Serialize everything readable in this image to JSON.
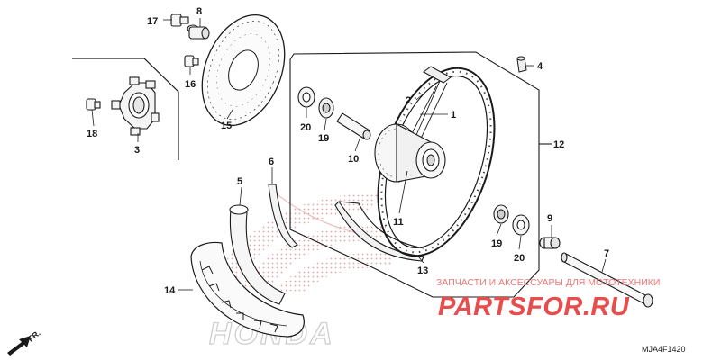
{
  "callouts": {
    "p1": "1",
    "p2": "2",
    "p3": "3",
    "p4": "4",
    "p5": "5",
    "p6": "6",
    "p7": "7",
    "p8": "8",
    "p9": "9",
    "p10": "10",
    "p11": "11",
    "p12": "12",
    "p13": "13",
    "p14": "14",
    "p15": "15",
    "p16": "16",
    "p17": "17",
    "p18": "18",
    "p19a": "19",
    "p19b": "19",
    "p20a": "20",
    "p20b": "20"
  },
  "watermark": {
    "subtitle": "ЗАПЧАСТИ И АКСЕССУАРЫ ДЛЯ МОТОТЕХНИКИ",
    "logo": "PARTSFOR.RU",
    "brand": "HONDA"
  },
  "direction_label": "FR.",
  "diagram_code": "MJA4F1420",
  "colors": {
    "line": "#1a1a1a",
    "watermark_red": "#e84d4d",
    "watermark_grey": "#cfcfcf"
  }
}
